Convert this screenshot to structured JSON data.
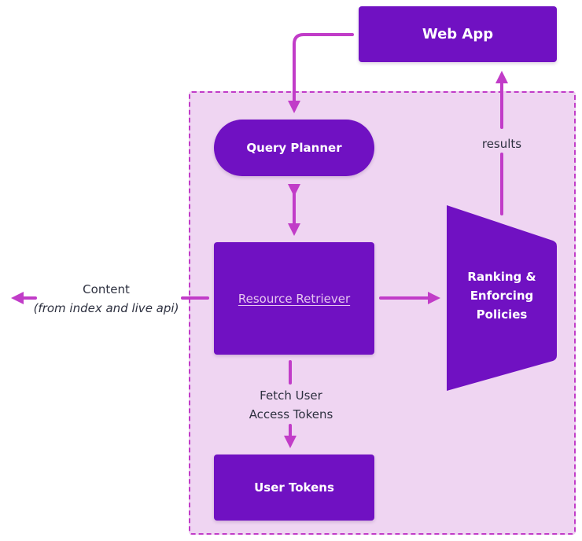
{
  "colors": {
    "node_fill": "#7011c2",
    "edge": "#c13cc8",
    "boundary_fill": "#efd5f2",
    "boundary_stroke": "#c13cc8",
    "label_text": "#2e3140"
  },
  "nodes": {
    "web_app": "Web App",
    "query_planner": "Query Planner",
    "resource_retriever": "Resource Retriever",
    "ranking": [
      "Ranking &",
      "Enforcing",
      "Policies"
    ],
    "user_tokens": "User Tokens"
  },
  "edges": [
    {
      "from": "Web App",
      "to": "Query Planner",
      "direction": "forward"
    },
    {
      "from": "Query Planner",
      "to": "Resource Retriever",
      "direction": "both"
    },
    {
      "from": "Resource Retriever",
      "to": "Content",
      "direction": "forward",
      "label": "Content (from index and live api)"
    },
    {
      "from": "Resource Retriever",
      "to": "Ranking & Enforcing Policies",
      "direction": "forward"
    },
    {
      "from": "Ranking & Enforcing Policies",
      "to": "Web App",
      "direction": "forward",
      "label": "results"
    },
    {
      "from": "Resource Retriever",
      "to": "User Tokens",
      "direction": "forward",
      "label": "Fetch User Access Tokens"
    }
  ],
  "labels": {
    "content_title": "Content",
    "content_sub": "(from index and live api)",
    "results": "results",
    "fetch_line1": "Fetch User",
    "fetch_line2": "Access Tokens"
  }
}
